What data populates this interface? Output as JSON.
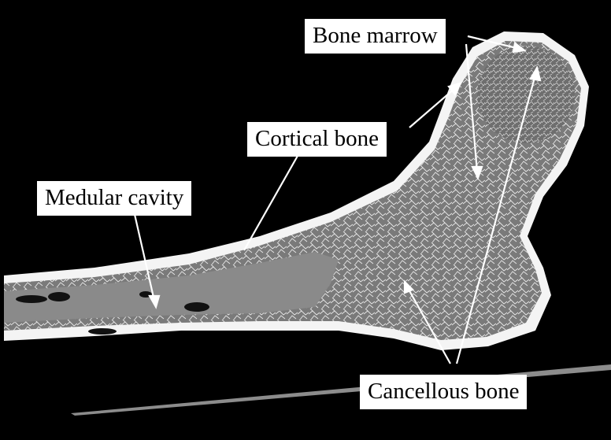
{
  "labels": {
    "bone_marrow": "Bone marrow",
    "cortical_bone": "Cortical bone",
    "medular_cavity": "Medular cavity",
    "cancellous_bone": "Cancellous bone"
  },
  "colors": {
    "background": "#000000",
    "bone_gray": "#8a8a8a",
    "cortex": "#f2f2f2",
    "label_bg": "#ffffff"
  }
}
